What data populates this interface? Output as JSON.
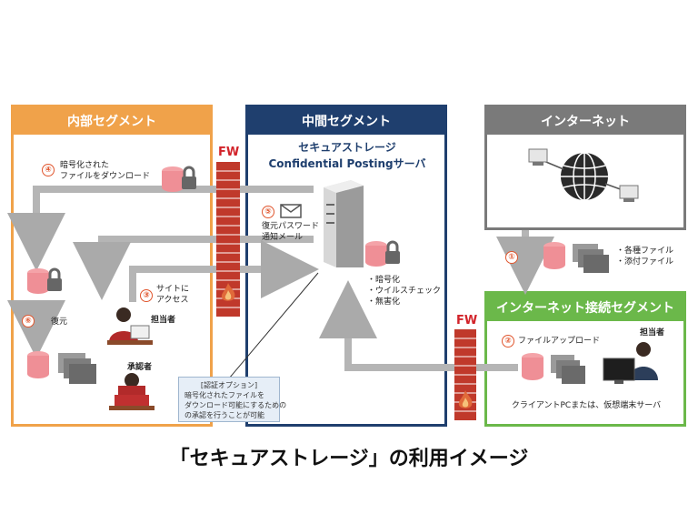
{
  "segments": {
    "internal": "内部セグメント",
    "middle": "中間セグメント",
    "internet": "インターネット",
    "internet_connect": "インターネット接続セグメント"
  },
  "server": {
    "line1": "セキュアストレージ",
    "line2": "Confidential Postingサーバ",
    "features": [
      "・暗号化",
      "・ウイルスチェック",
      "・無害化"
    ]
  },
  "firewall": "FW",
  "steps": {
    "s1": "①",
    "s1_files": [
      "・各種ファイル",
      "・添付ファイル"
    ],
    "s2": "②",
    "s2_label": "ファイルアップロード",
    "s3": "③",
    "s3_label": [
      "サイトに",
      "アクセス"
    ],
    "s4": "④",
    "s4_label": [
      "暗号化された",
      "ファイルをダウンロード"
    ],
    "s5": "⑤",
    "s5_label": [
      "復元パスワード",
      "通知メール"
    ],
    "s6": "⑥",
    "s6_label": "復元"
  },
  "people": {
    "person_in_charge": "担当者",
    "approver": "承認者",
    "external_person": "担当者"
  },
  "client_note": "クライアントPCまたは、仮想端末サーバ",
  "auth_option": {
    "title": "[認証オプション]",
    "lines": [
      "暗号化されたファイルを",
      "ダウンロード可能にするための",
      "の承認を行うことが可能"
    ]
  },
  "caption": "「セキュアストレージ」の利用イメージ",
  "colors": {
    "internal": "#f0a24a",
    "middle": "#1f3f6e",
    "internet": "#7a7a7a",
    "internet_connect": "#6bb84a",
    "firewall": "#c0392b",
    "arrow": "#aaaaaa"
  }
}
